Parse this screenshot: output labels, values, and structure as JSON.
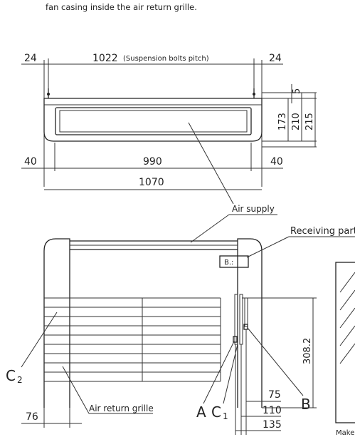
{
  "caption": "fan casing inside the air return grille.",
  "top_view": {
    "left_margin": "24",
    "bolt_pitch": "1022",
    "bolt_pitch_note": "(Suspension bolts pitch)",
    "right_margin": "24",
    "dim_5": "5",
    "dim_173": "173",
    "dim_210": "210",
    "dim_215": "215",
    "side_left": "40",
    "inner_width": "990",
    "side_right": "40",
    "total_width": "1070"
  },
  "labels": {
    "air_supply": "Air supply",
    "receiving_part": "Receiving part",
    "receiver_marking": "B.:",
    "c2": "C",
    "c2_sub": "2",
    "a": "A",
    "c1": "C",
    "c1_sub": "1",
    "b": "B",
    "air_return_grille": "Air return grille",
    "make_note": "Make"
  },
  "front_view": {
    "dim_308": "308.2",
    "dim_76": "76",
    "dim_75": "75",
    "dim_110": "110",
    "dim_135": "135"
  }
}
